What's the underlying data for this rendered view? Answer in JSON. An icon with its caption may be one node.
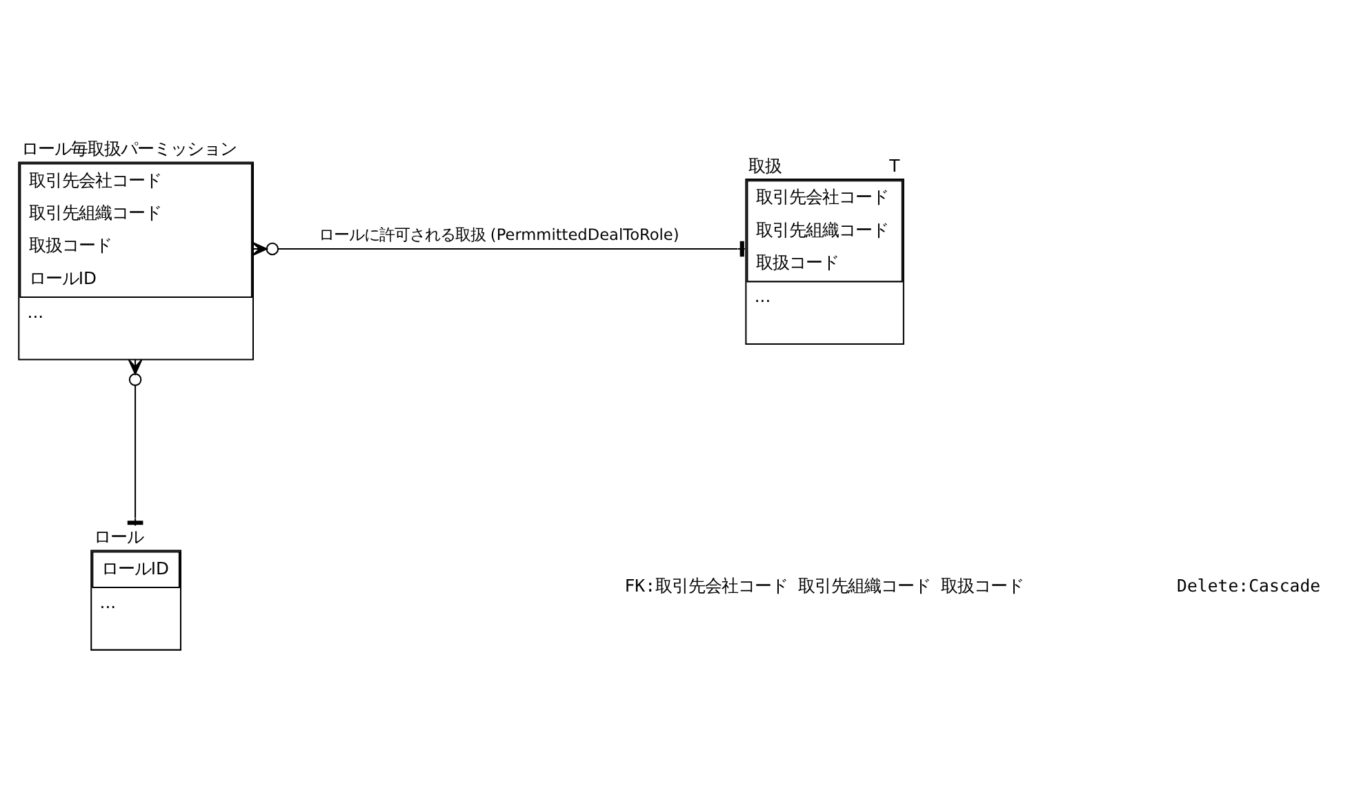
{
  "diagram": {
    "nodes": [
      {
        "text": [
          "ロール毎取扱パーミッション",
          "取引先会社コード",
          "取引先組織コード",
          "取扱コード",
          "ロールID",
          "..."
        ]
      },
      {
        "text": [
          "取扱",
          "取引先会社コード",
          "取引先組織コード",
          "取扱コード",
          "..."
        ],
        "beside": [
          "T"
        ]
      },
      {
        "text": [
          "ロール",
          "ロールID",
          "..."
        ]
      }
    ],
    "edges": [
      {
        "from": 0,
        "to": 1,
        "arrow": "other",
        "label": "ロールに許可される取扱 (PermmittedDealToRole)"
      },
      {
        "from": 0,
        "to": 2,
        "arrow": "other"
      }
    ],
    "labels": [
      "FK:取引先会社コード 取引先組織コード 取扱コード",
      "Delete:Cascade"
    ]
  }
}
